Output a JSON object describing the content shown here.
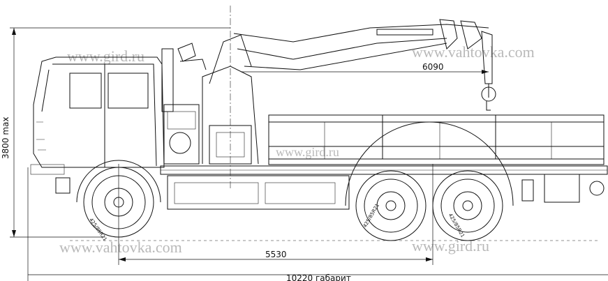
{
  "dimensions": {
    "height": "3800 max",
    "boom_reach": "6090",
    "wheelbase": "5530",
    "overall_length": "10220 габарит"
  },
  "tire_label": "425/85R21",
  "watermarks": {
    "top_left": "www.gird.ru",
    "top_right": "www.vahtovka.com",
    "middle": "www.gird.ru",
    "bottom_left": "www.vahtovka.com",
    "bottom_right": "www.gird.ru"
  }
}
